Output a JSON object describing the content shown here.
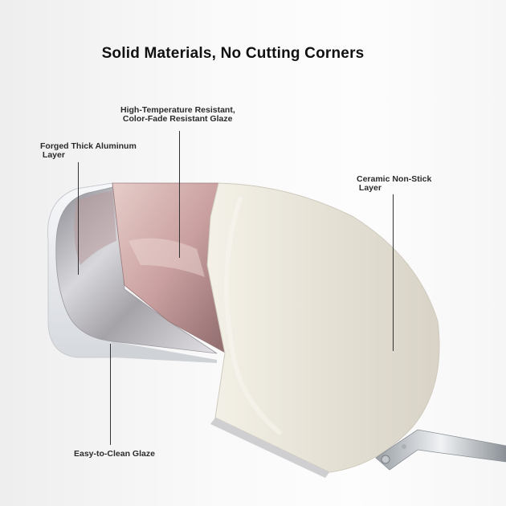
{
  "title": "Solid Materials, No Cutting Corners",
  "labels": {
    "glaze": "High-Temperature Resistant,\n Color-Fade Resistant Glaze",
    "aluminum": "Forged Thick Aluminum\n Layer",
    "ceramic": "Ceramic Non-Stick\n Layer",
    "clean": "Easy-to-Clean Glaze"
  },
  "icons": [
    "frying-pan-cutaway-illustration"
  ],
  "colors": {
    "ceramic": "#e8e4d8",
    "rose_glaze": "#d9b7b5",
    "aluminum": "#c9c9cc",
    "exterior": "#eef0f3"
  }
}
